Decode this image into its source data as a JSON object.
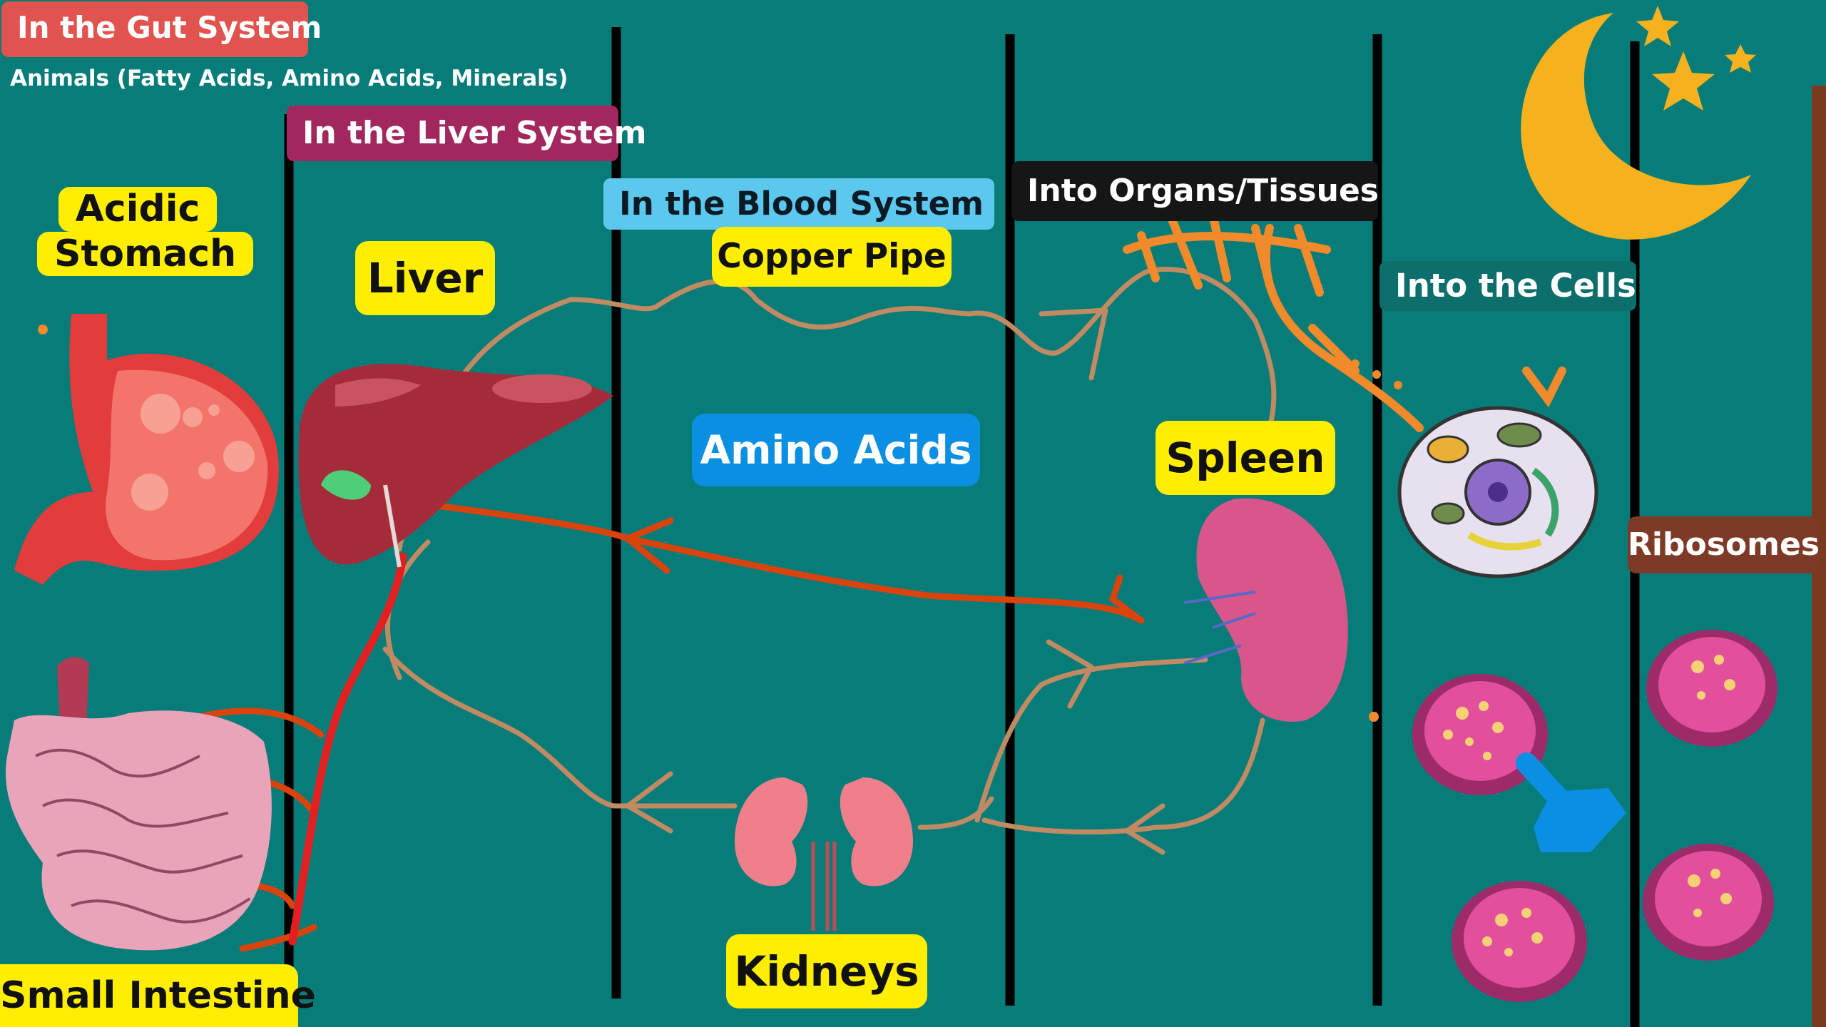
{
  "headers": {
    "gut": "In the Gut System",
    "gut_sub": "Animals (Fatty Acids, Amino Acids, Minerals)",
    "liver": "In the Liver System",
    "blood": "In the Blood System",
    "organs": "Into Organs/Tissues",
    "cells": "Into the Cells"
  },
  "labels": {
    "stomach_line1": "Acidic",
    "stomach_line2": "Stomach",
    "liver": "Liver",
    "copper_pipe": "Copper Pipe",
    "amino_acids": "Amino Acids",
    "spleen": "Spleen",
    "ribosomes": "Ribosomes",
    "kidneys": "Kidneys",
    "small_intestine": "Small Intestine"
  },
  "colors": {
    "background": "#087c78",
    "gut_header": "#e0534f",
    "liver_header": "#a3275f",
    "blood_header": "#5cc8ee",
    "organs_header": "#161616",
    "cells_header": "#0c6f6b",
    "ribosomes_header": "#7d3a27",
    "amino_label": "#0a8fe3",
    "label_yellow": "#ffee00",
    "vessel_tan": "#c08a62",
    "vessel_red": "#d9430d",
    "moon": "#f5b21e"
  },
  "icons": [
    "stomach-icon",
    "liver-icon",
    "intestine-icon",
    "kidneys-icon",
    "spleen-icon",
    "cell-icon",
    "ribosome-icon",
    "moon-icon",
    "star-icon"
  ]
}
